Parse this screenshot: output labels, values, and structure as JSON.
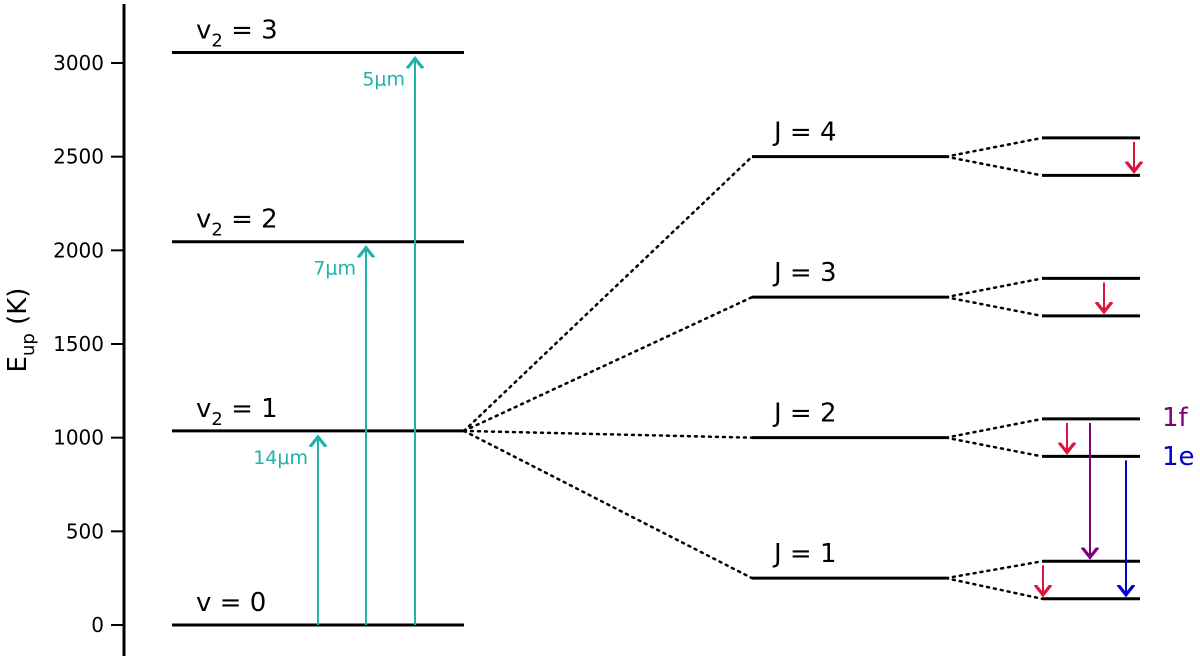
{
  "diagram": {
    "ylabel": {
      "main": "E",
      "sub": "up",
      "rest": " (K)"
    },
    "yticks": [
      0,
      500,
      1000,
      1500,
      2000,
      2500,
      3000
    ],
    "vib_levels": [
      {
        "id": "v0",
        "energy": 0,
        "label": "v = 0",
        "name": "v",
        "sub": "",
        "num": "0"
      },
      {
        "id": "v1",
        "energy": 1036,
        "label": "v2 = 1",
        "name": "v",
        "sub": "2",
        "num": "1"
      },
      {
        "id": "v2",
        "energy": 2046,
        "label": "v2 = 2",
        "name": "v",
        "sub": "2",
        "num": "2"
      },
      {
        "id": "v3",
        "energy": 3056,
        "label": "v2 = 3",
        "name": "v",
        "sub": "2",
        "num": "3"
      }
    ],
    "excitations": [
      {
        "to": "v1",
        "label": "14μm"
      },
      {
        "to": "v2",
        "label": "7μm"
      },
      {
        "to": "v3",
        "label": "5μm"
      }
    ],
    "rot_levels": [
      {
        "label": "J = 1",
        "energy": 250,
        "split_upper": 340,
        "split_lower": 140
      },
      {
        "label": "J = 2",
        "energy": 1000,
        "split_upper": 1100,
        "split_lower": 900
      },
      {
        "label": "J = 3",
        "energy": 1750,
        "split_upper": 1850,
        "split_lower": 1650
      },
      {
        "label": "J = 4",
        "energy": 2500,
        "split_upper": 2600,
        "split_lower": 2400
      }
    ],
    "parity_labels": {
      "f": "1f",
      "e": "1e"
    },
    "colors": {
      "excitation": "#20b2aa",
      "intra": "#dc143c",
      "f_transition": "#800080",
      "e_transition": "#0000cd",
      "line": "#000000"
    }
  }
}
